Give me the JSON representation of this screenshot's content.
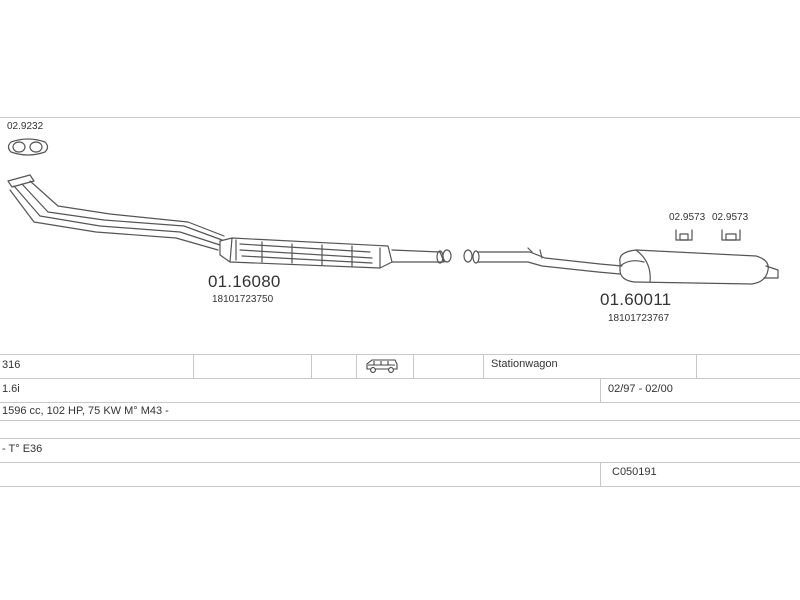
{
  "diagram": {
    "clamp_top": "02.9232",
    "front_part": {
      "number": "01.16080",
      "oe": "18101723750"
    },
    "rear_part": {
      "number": "01.60011",
      "oe": "18101723767"
    },
    "hanger_left": "02.9573",
    "hanger_right": "02.9573"
  },
  "table": {
    "row1": {
      "model": "316",
      "body": "Stationwagon",
      "vehicle_icon": "station-wagon-icon"
    },
    "row2": {
      "engine": "1.6i",
      "years": "02/97 - 02/00"
    },
    "row3": {
      "specs": "1596 cc, 102 HP, 75 KW M° M43 -"
    },
    "row4": {
      "type": "- T° E36"
    },
    "row5": {
      "code": "C050191"
    }
  }
}
